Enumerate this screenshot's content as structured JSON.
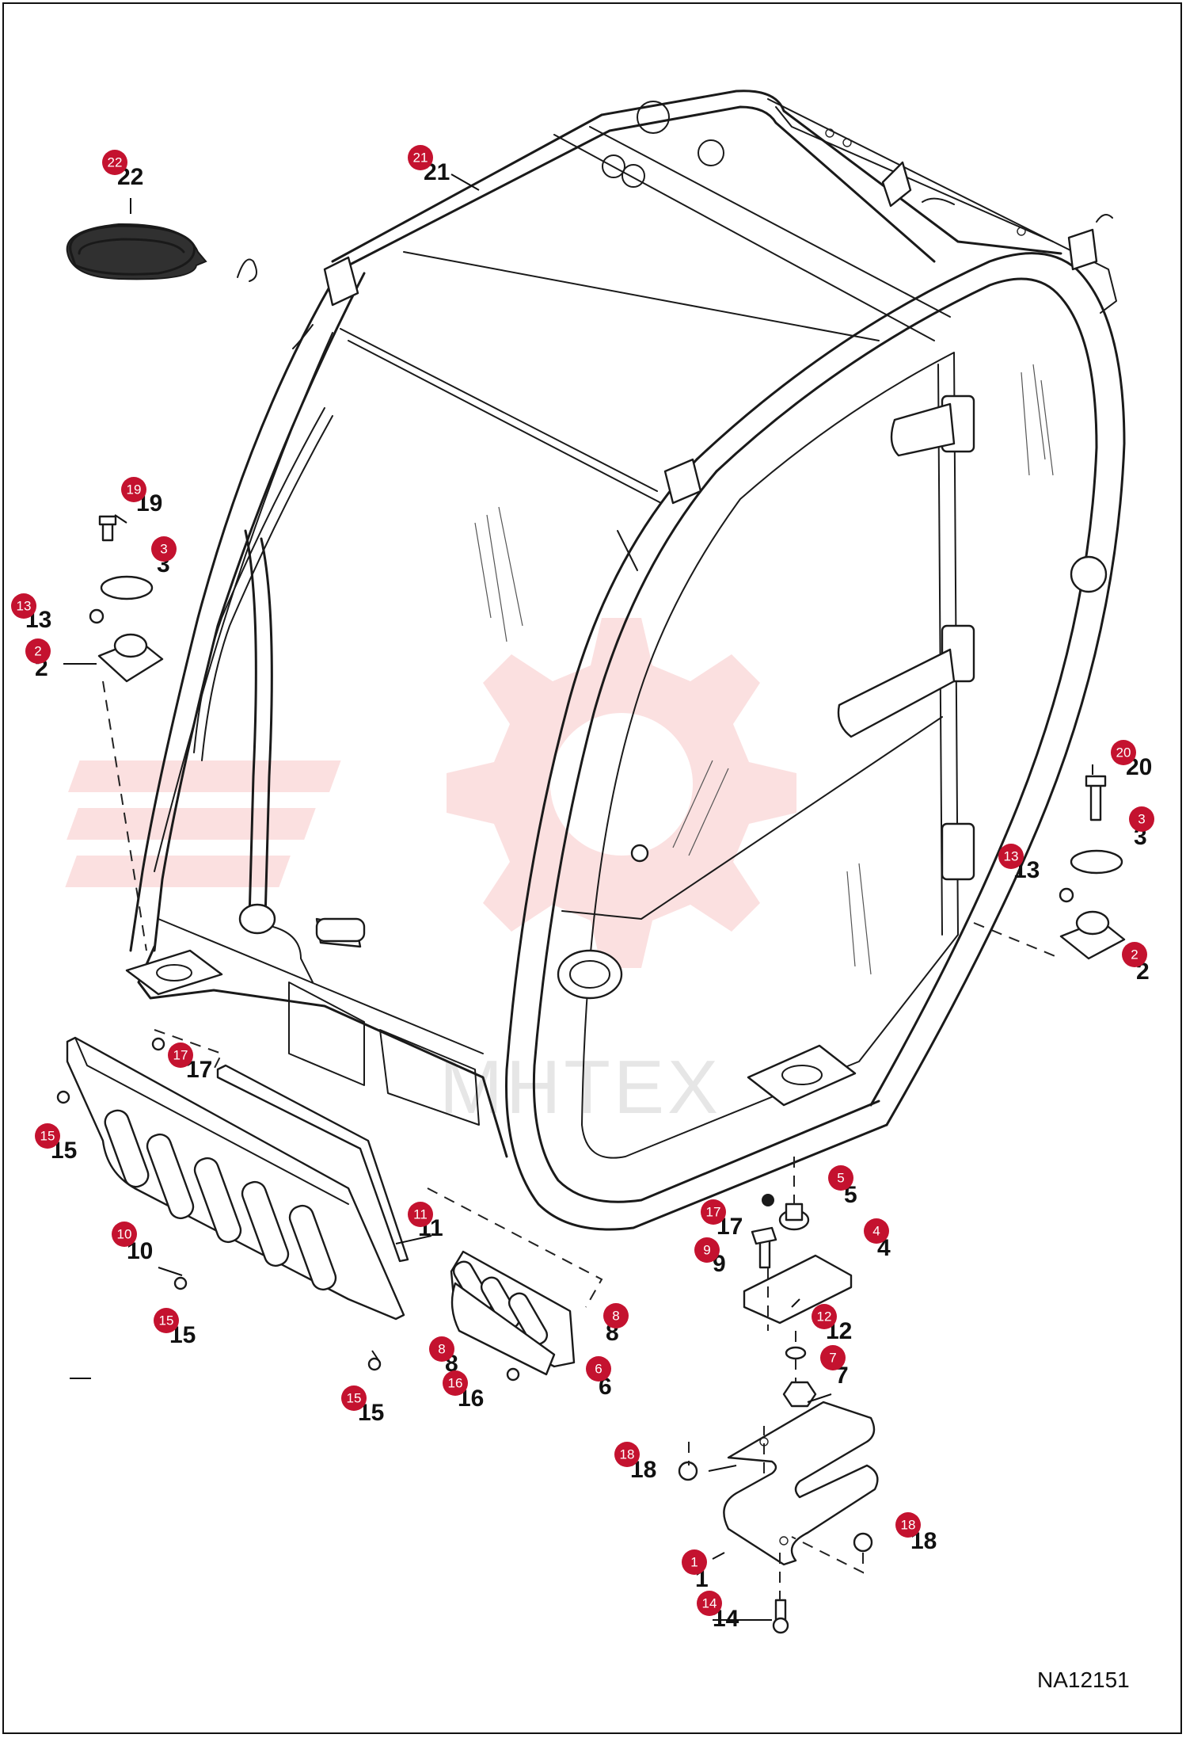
{
  "diagram_code": "NA12151",
  "watermark": "MHTEX",
  "badge_color": "#c4122f",
  "callouts": [
    {
      "id": "c22",
      "num": "22"
    },
    {
      "id": "c21",
      "num": "21"
    },
    {
      "id": "c19",
      "num": "19"
    },
    {
      "id": "c3a",
      "num": "3"
    },
    {
      "id": "c13a",
      "num": "13"
    },
    {
      "id": "c2a",
      "num": "2"
    },
    {
      "id": "c20",
      "num": "20"
    },
    {
      "id": "c3b",
      "num": "3"
    },
    {
      "id": "c13b",
      "num": "13"
    },
    {
      "id": "c2b",
      "num": "2"
    },
    {
      "id": "c17a",
      "num": "17"
    },
    {
      "id": "c15a",
      "num": "15"
    },
    {
      "id": "c10",
      "num": "10"
    },
    {
      "id": "c11",
      "num": "11"
    },
    {
      "id": "c15b",
      "num": "15"
    },
    {
      "id": "c15c",
      "num": "15"
    },
    {
      "id": "c8a",
      "num": "8"
    },
    {
      "id": "c8b",
      "num": "8"
    },
    {
      "id": "c16",
      "num": "16"
    },
    {
      "id": "c6",
      "num": "6"
    },
    {
      "id": "c17b",
      "num": "17"
    },
    {
      "id": "c5",
      "num": "5"
    },
    {
      "id": "c9",
      "num": "9"
    },
    {
      "id": "c4",
      "num": "4"
    },
    {
      "id": "c12",
      "num": "12"
    },
    {
      "id": "c7",
      "num": "7"
    },
    {
      "id": "c18a",
      "num": "18"
    },
    {
      "id": "c18b",
      "num": "18"
    },
    {
      "id": "c1",
      "num": "1"
    },
    {
      "id": "c14",
      "num": "14"
    }
  ]
}
